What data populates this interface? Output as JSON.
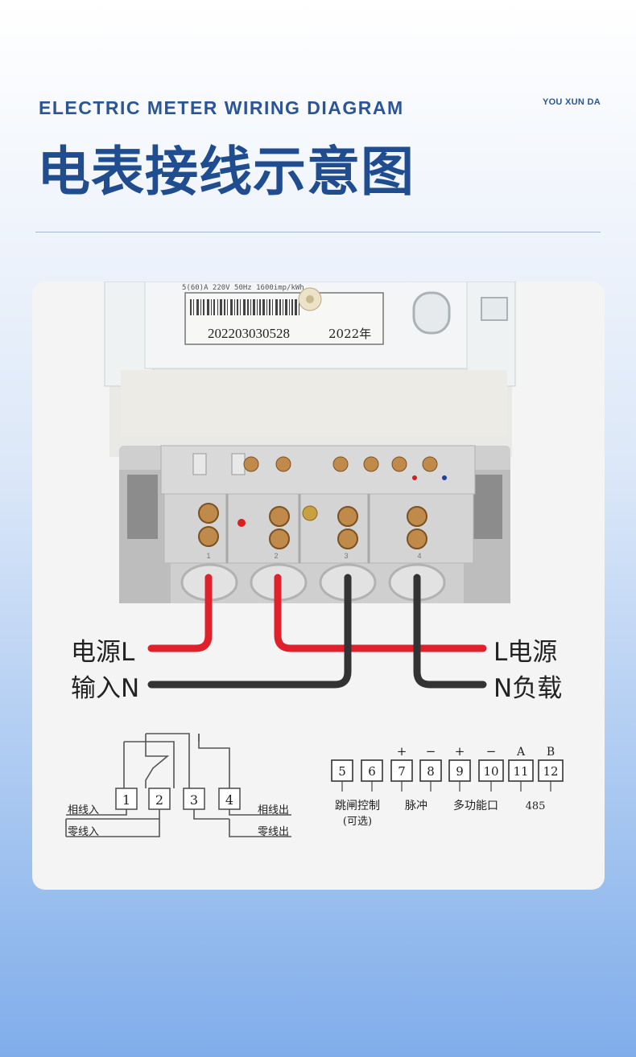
{
  "header": {
    "subtitle": "ELECTRIC METER WIRING DIAGRAM",
    "brand": "YOU XUN DA",
    "title": "电表接线示意图"
  },
  "photo": {
    "rating_text": "5(60)A  220V  50Hz  1600imp/kWh",
    "serial": "202203030528",
    "year": "2022年",
    "terminal_numbers": [
      "1",
      "2",
      "3",
      "4"
    ]
  },
  "wire_labels": {
    "left_line": "电源L",
    "left_neutral": "输入N",
    "right_line": "L电源",
    "right_neutral": "N负载"
  },
  "wiring_diagram": {
    "terminals": [
      "1",
      "2",
      "3",
      "4"
    ],
    "line_in": "相线入",
    "neutral_in": "零线入",
    "line_out": "相线出",
    "neutral_out": "零线出"
  },
  "aux_diagram": {
    "terminals": [
      "5",
      "6",
      "7",
      "8",
      "9",
      "10",
      "11",
      "12"
    ],
    "signs": [
      "+",
      "−",
      "+",
      "−",
      "A",
      "B"
    ],
    "trip_label": "跳闸控制",
    "trip_optional": "(可选)",
    "pulse_label": "脉冲",
    "multi_label": "多功能口",
    "rs485_label": "485"
  },
  "colors": {
    "title": "#1f4d8f",
    "line_wire": "#e0202a",
    "neutral_wire": "#333333",
    "housing": "#d8d8d8"
  }
}
